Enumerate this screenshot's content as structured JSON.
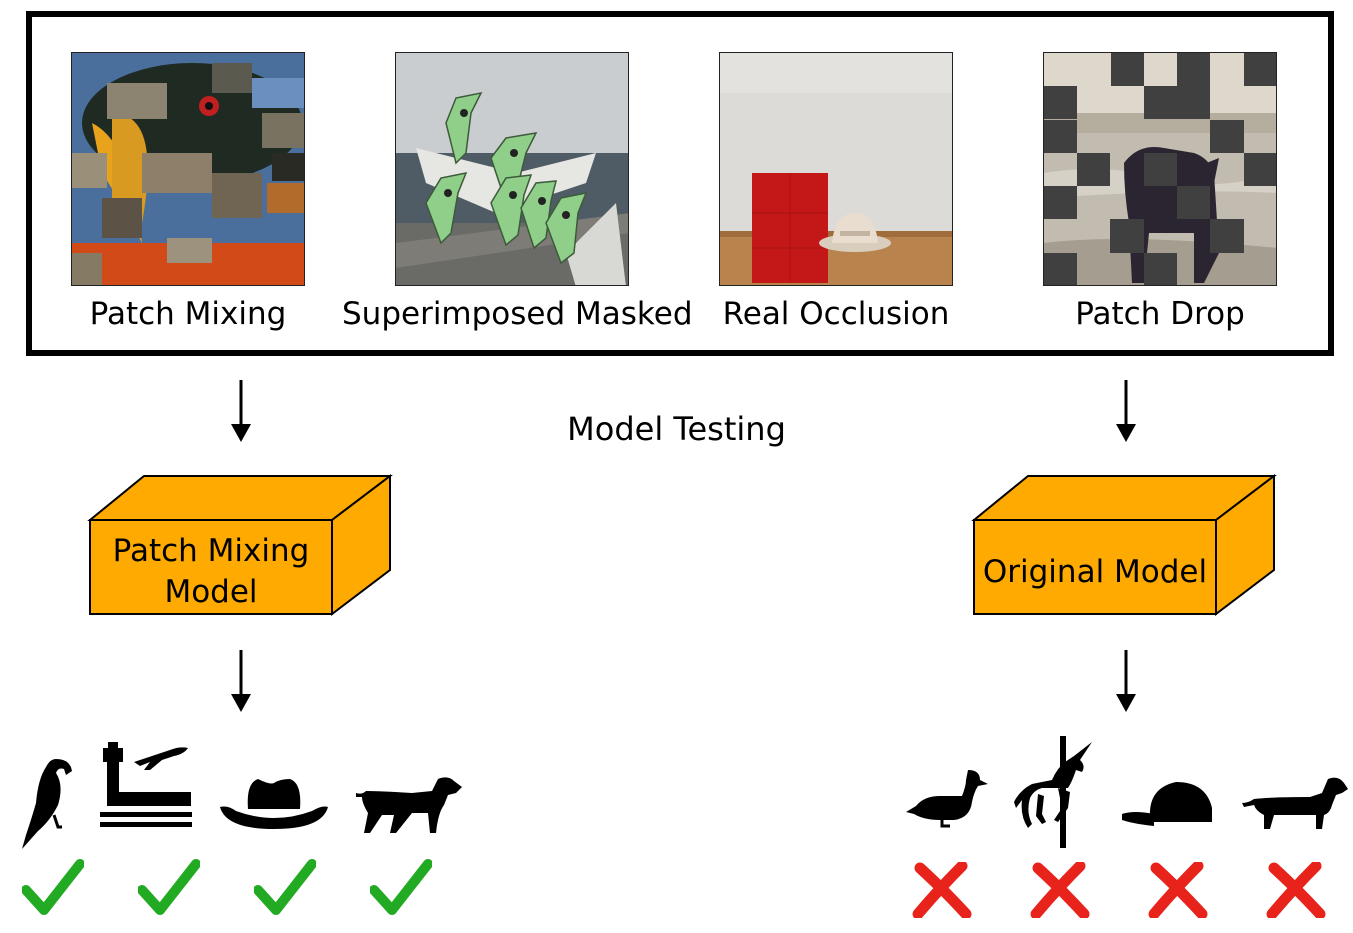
{
  "examples": [
    {
      "id": "patch-mixing",
      "caption": "Patch Mixing"
    },
    {
      "id": "superimposed-masked",
      "caption": "Superimposed Masked"
    },
    {
      "id": "real-occlusion",
      "caption": "Real Occlusion"
    },
    {
      "id": "patch-drop",
      "caption": "Patch Drop"
    }
  ],
  "middle_label": "Model Testing",
  "models": {
    "left": {
      "line1": "Patch Mixing",
      "line2": "Model",
      "color": "#FFAA00"
    },
    "right": {
      "line1": "Original Model",
      "color": "#FFAA00"
    }
  },
  "left_predictions": [
    {
      "icon": "parrot-icon",
      "result": "correct"
    },
    {
      "icon": "airport-icon",
      "result": "correct"
    },
    {
      "icon": "cowboy-hat-icon",
      "result": "correct"
    },
    {
      "icon": "dog-icon",
      "result": "correct"
    }
  ],
  "right_predictions": [
    {
      "icon": "goose-icon",
      "result": "wrong"
    },
    {
      "icon": "carousel-unicorn-icon",
      "result": "wrong"
    },
    {
      "icon": "baseball-cap-icon",
      "result": "wrong"
    },
    {
      "icon": "dachshund-icon",
      "result": "wrong"
    }
  ],
  "colors": {
    "correct": "#22AA22",
    "wrong": "#E8231B",
    "box": "#FFAA00"
  }
}
